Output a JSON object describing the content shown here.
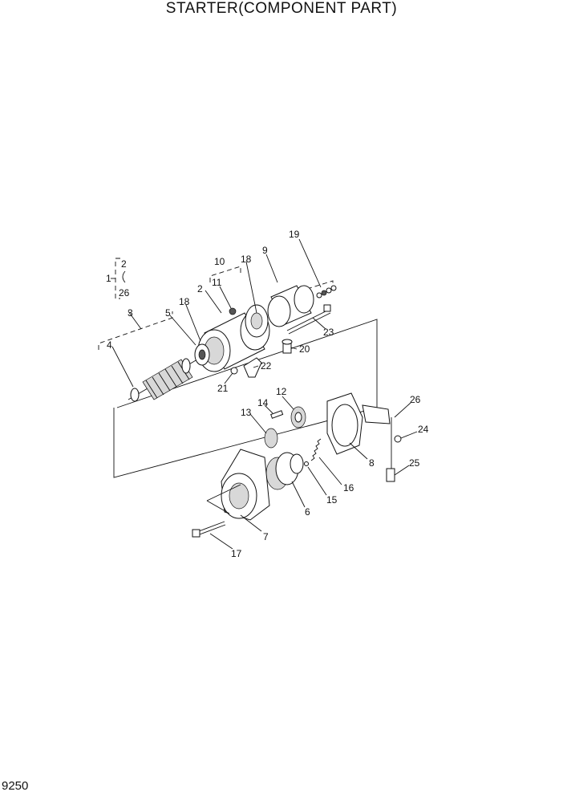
{
  "title": "STARTER(COMPONENT PART)",
  "page_number": "9250",
  "callouts": [
    "1",
    "2",
    "26",
    "3",
    "4",
    "5",
    "18",
    "2",
    "11",
    "10",
    "18",
    "9",
    "19",
    "23",
    "20",
    "22",
    "21",
    "14",
    "12",
    "13",
    "26",
    "24",
    "25",
    "8",
    "16",
    "15",
    "6",
    "7",
    "17"
  ]
}
